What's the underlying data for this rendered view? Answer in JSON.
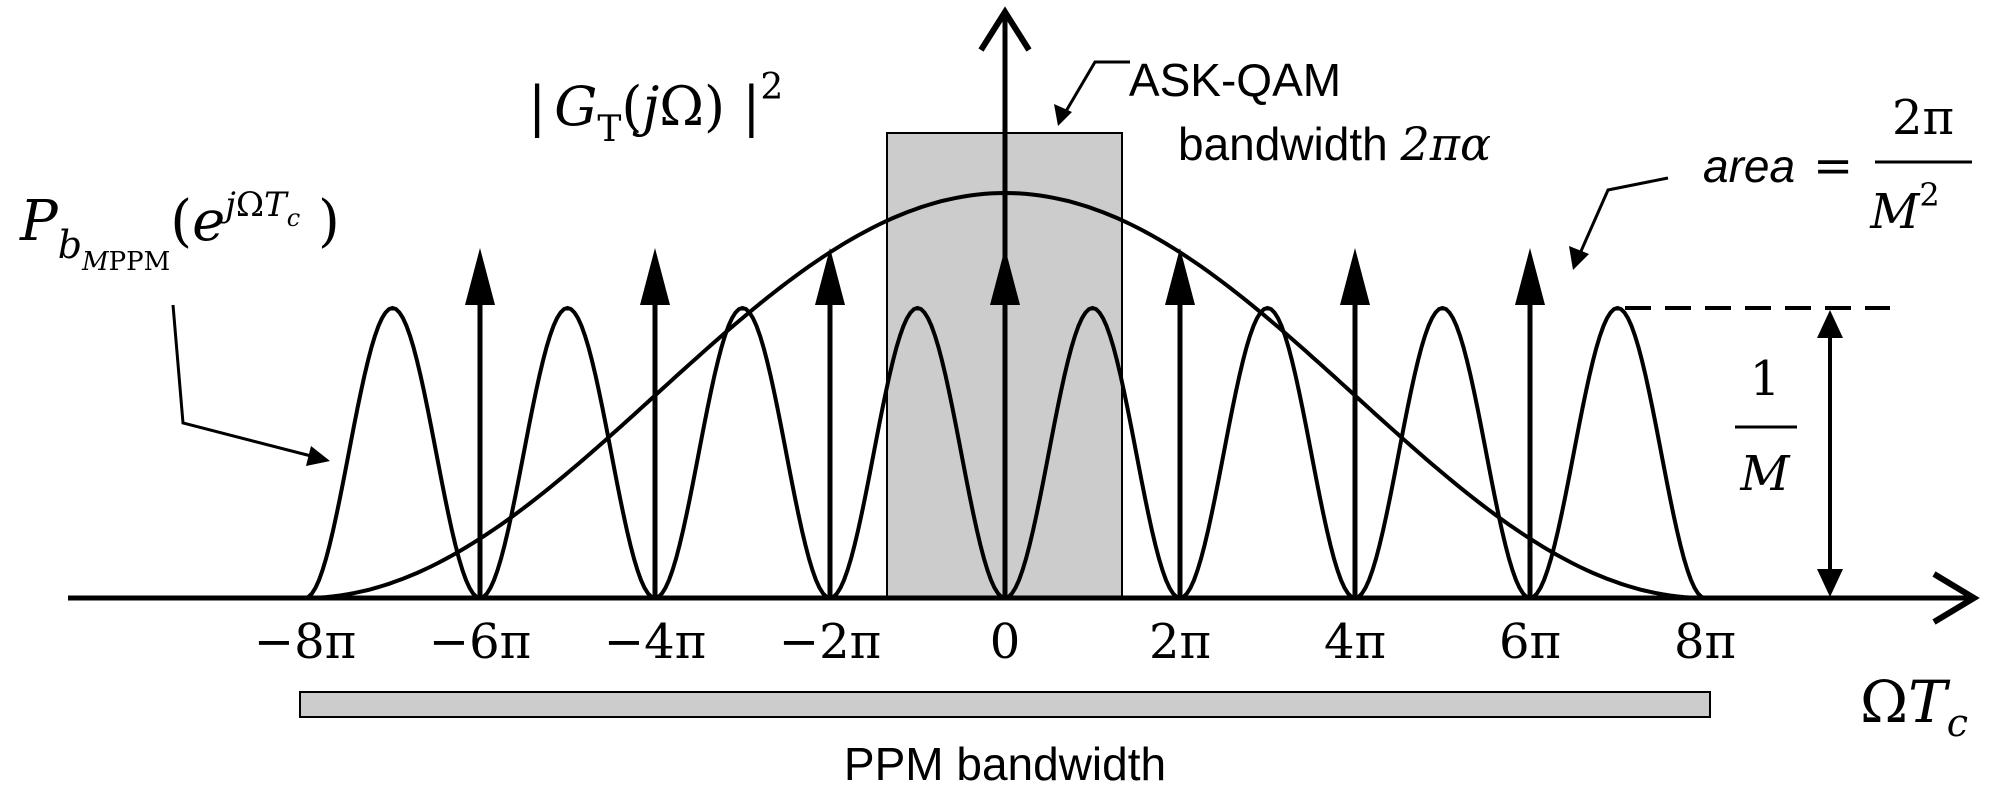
{
  "figure": {
    "gt_label": "|G_T(jΩ)|²",
    "pb_label": "P_{b_MPPM}(e^{jΩT_c})",
    "askqam_line1": "ASK-QAM",
    "askqam_line2": "bandwidth 2πα",
    "area_word": "area",
    "area_eq": "=",
    "area_num": "2π",
    "area_den": "M",
    "area_den_exp": "2",
    "height_num": "1",
    "height_den": "M",
    "xaxis_label": "ΩT",
    "xaxis_sub": "c",
    "ppm_bandwidth": "PPM bandwidth",
    "tick_labels": [
      "−8π",
      "−6π",
      "−4π",
      "−2π",
      "0",
      "2π",
      "4π",
      "6π",
      "8π"
    ]
  },
  "colors": {
    "ink": "#000000",
    "band_fill": "#cccccc",
    "background": "#ffffff"
  }
}
